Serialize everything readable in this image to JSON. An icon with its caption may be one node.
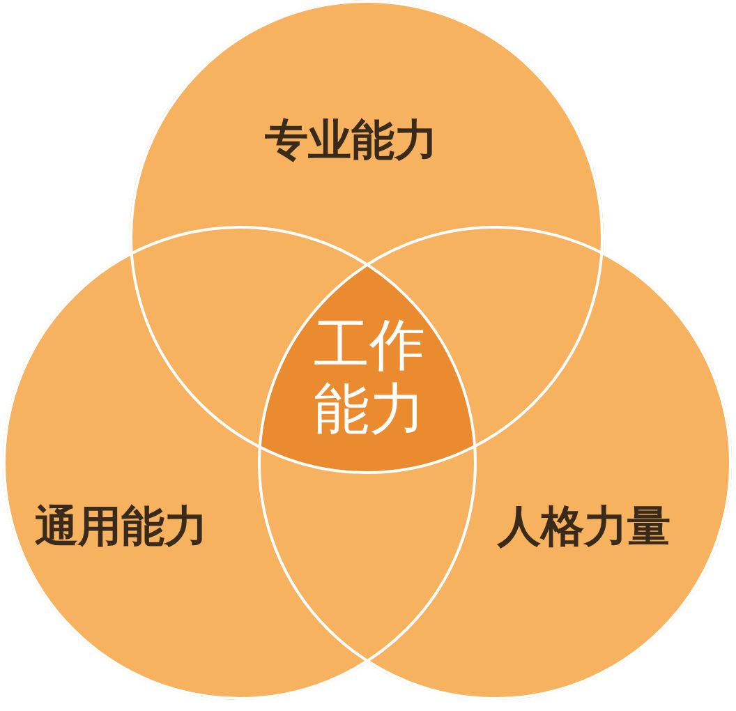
{
  "diagram": {
    "nodes": [
      {
        "text": [
          "专业能力"
        ]
      },
      {
        "text": [
          "通用能力"
        ]
      },
      {
        "text": [
          "人格力量"
        ]
      },
      {
        "text": [
          "工作能力"
        ]
      }
    ]
  }
}
